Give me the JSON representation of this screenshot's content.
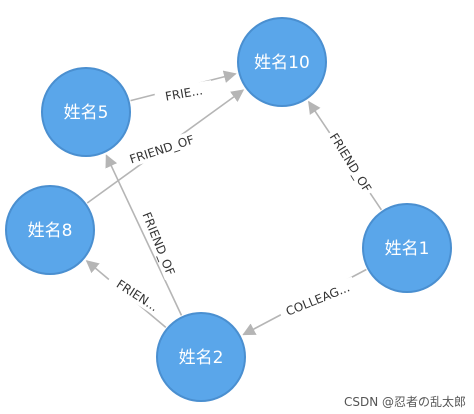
{
  "colors": {
    "node_fill": "#5aa6ea",
    "node_stroke": "#4a8fd0",
    "edge": "#b5b5b5",
    "label": "#333333"
  },
  "nodes": [
    {
      "id": "n10",
      "label": "姓名10"
    },
    {
      "id": "n5",
      "label": "姓名5"
    },
    {
      "id": "n8",
      "label": "姓名8"
    },
    {
      "id": "n1",
      "label": "姓名1"
    },
    {
      "id": "n2",
      "label": "姓名2"
    }
  ],
  "edges": [
    {
      "id": "e5_10",
      "label": "FRIE..."
    },
    {
      "id": "e8_10",
      "label": "FRIEND_OF"
    },
    {
      "id": "e1_10",
      "label": "FRIEND_OF"
    },
    {
      "id": "e2_5",
      "label": "FRIEND_OF"
    },
    {
      "id": "e2_8",
      "label": "FRIEN..."
    },
    {
      "id": "e1_2",
      "label": "COLLEAG..."
    }
  ],
  "watermark": "CSDN @忍者の乱太郎"
}
